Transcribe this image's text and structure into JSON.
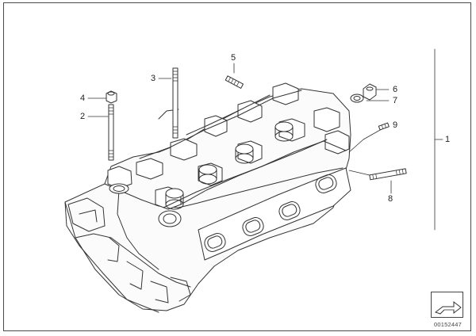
{
  "diagram": {
    "callouts": [
      {
        "id": "c1",
        "text": "1"
      },
      {
        "id": "c2",
        "text": "2"
      },
      {
        "id": "c3",
        "text": "3"
      },
      {
        "id": "c4",
        "text": "4"
      },
      {
        "id": "c5",
        "text": "5"
      },
      {
        "id": "c6",
        "text": "6"
      },
      {
        "id": "c7",
        "text": "7"
      },
      {
        "id": "c8",
        "text": "8"
      },
      {
        "id": "c9",
        "text": "9"
      }
    ],
    "reference_number": "00152447",
    "nav_icon": "arrow-icon",
    "line_color": "#333333"
  }
}
